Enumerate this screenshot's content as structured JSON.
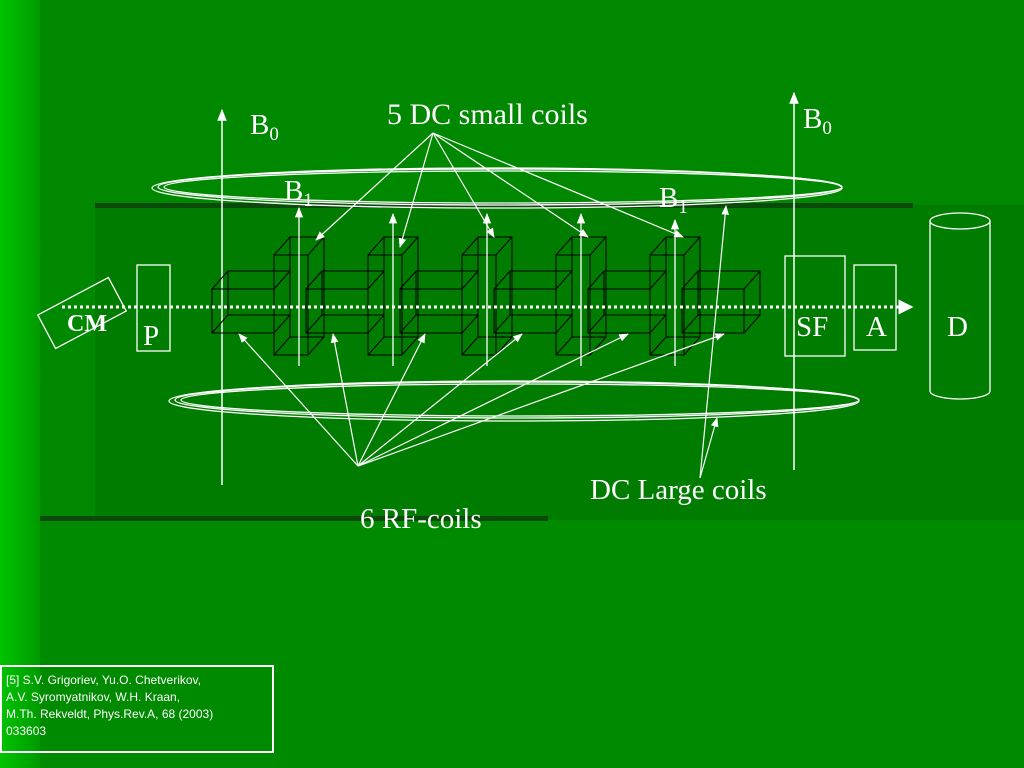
{
  "slide": {
    "colors": {
      "background": "#008800",
      "panel_dark": "#007a00",
      "panel_light": "#00bb00",
      "lines": "#ffffff",
      "edges": "#000000"
    }
  },
  "diagram": {
    "labels": {
      "b0_left": {
        "main": "B",
        "sub": "0"
      },
      "b0_right": {
        "main": "B",
        "sub": "0"
      },
      "b1_left": {
        "main": "B",
        "sub": "1"
      },
      "b1_right": {
        "main": "B",
        "sub": "1"
      },
      "dc_small": "5 DC small coils",
      "dc_large": "DC Large coils",
      "rf_coils": "6 RF-coils",
      "cm": "CM",
      "p": "P",
      "sf": "SF",
      "a": "A",
      "d": "D"
    },
    "dc_small_coil_count": 5,
    "rf_coil_count": 6
  },
  "reference": {
    "lines": [
      "[5] S.V. Grigoriev, Yu.O. Chetverikov,",
      "A.V. Syromyatnikov, W.H. Kraan,",
      "M.Th. Rekveldt, Phys.Rev.A, 68 (2003)",
      "033603"
    ]
  }
}
